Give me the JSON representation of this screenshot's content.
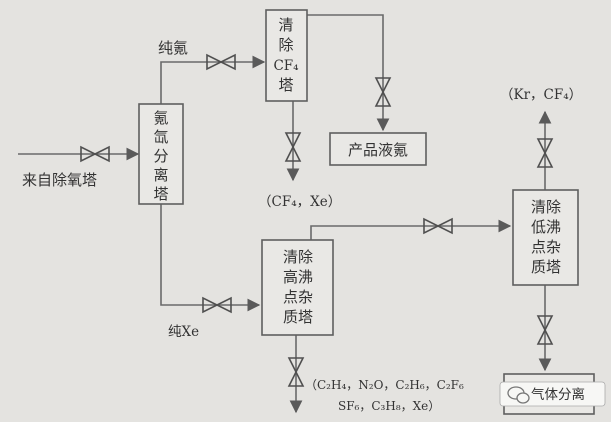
{
  "units": {
    "krypton_xenon_separation_column": [
      "氪",
      "氙",
      "分",
      "离",
      "塔"
    ],
    "remove_cf4_column": [
      "清",
      "除",
      "CF₄",
      "塔"
    ],
    "remove_high_boiling_column": [
      "清除",
      "高沸",
      "点杂",
      "质塔"
    ],
    "remove_low_boiling_column": [
      "清除",
      "低沸",
      "点杂",
      "质塔"
    ],
    "product_liquid_krypton": "产品液氪"
  },
  "labels": {
    "feed": "来自除氧塔",
    "pure_krypton": "纯氪",
    "pure_xenon": "纯Xe",
    "cf4_xe_out": "（CF₄，Xe）",
    "kr_cf4_out": "（Kr，CF₄）",
    "heavy_out_line1": "（C₂H₄，N₂O，C₂H₆，C₂F₆",
    "heavy_out_line2": "SF₆，C₃H₈，Xe）"
  },
  "watermark": {
    "text": "气体分离",
    "partial_box_text": "产"
  },
  "colors": {
    "background": "#e4e3e0",
    "line": "#6a6a6a",
    "text": "#333333"
  }
}
